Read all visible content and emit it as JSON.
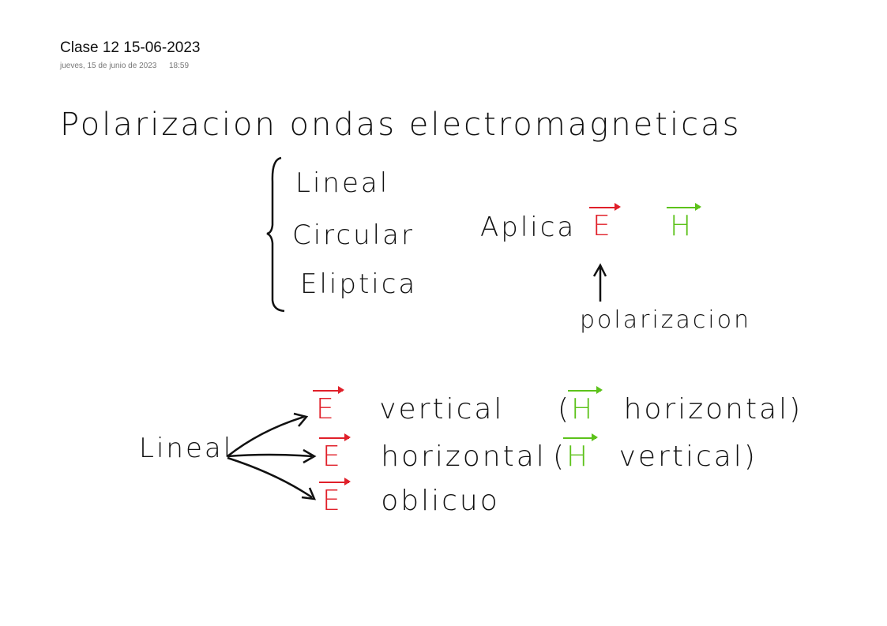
{
  "header": {
    "title": "Clase 12 15-06-2023",
    "date": "jueves, 15 de junio de 2023",
    "time": "18:59"
  },
  "notes": {
    "heading": "Polarizacion ondas electromagneticas",
    "types": [
      "Lineal",
      "Circular",
      "Eliptica"
    ],
    "aplica": "Aplica",
    "e_symbol": "E",
    "h_symbol": "H",
    "polarizacion": "polarizacion",
    "lineal": "Lineal",
    "rows": [
      {
        "e": "E",
        "label": "vertical",
        "h": "H",
        "h_label": "horizontal",
        "open": "(",
        "close": ")"
      },
      {
        "e": "E",
        "label": "horizontal",
        "h": "H",
        "h_label": "vertical",
        "open": "(",
        "close": ")"
      },
      {
        "e": "E",
        "label": "oblicuo"
      }
    ]
  },
  "colors": {
    "e": "#e0202a",
    "h": "#5cc21a",
    "ink": "#111111"
  }
}
